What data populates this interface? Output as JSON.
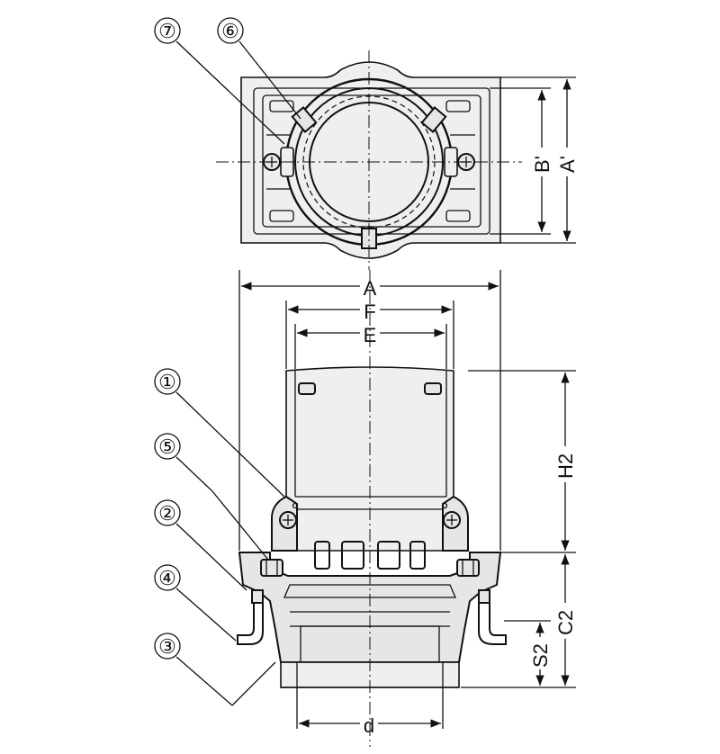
{
  "callouts": {
    "c1": "①",
    "c2": "②",
    "c3": "③",
    "c4": "④",
    "c5": "⑤",
    "c6": "⑥",
    "c7": "⑦"
  },
  "dimensions": {
    "A": "A",
    "F": "F",
    "E": "E",
    "H2": "H2",
    "C2": "C2",
    "S2": "S2",
    "d": "d",
    "A_prime": "A'",
    "B_prime": "B'"
  }
}
